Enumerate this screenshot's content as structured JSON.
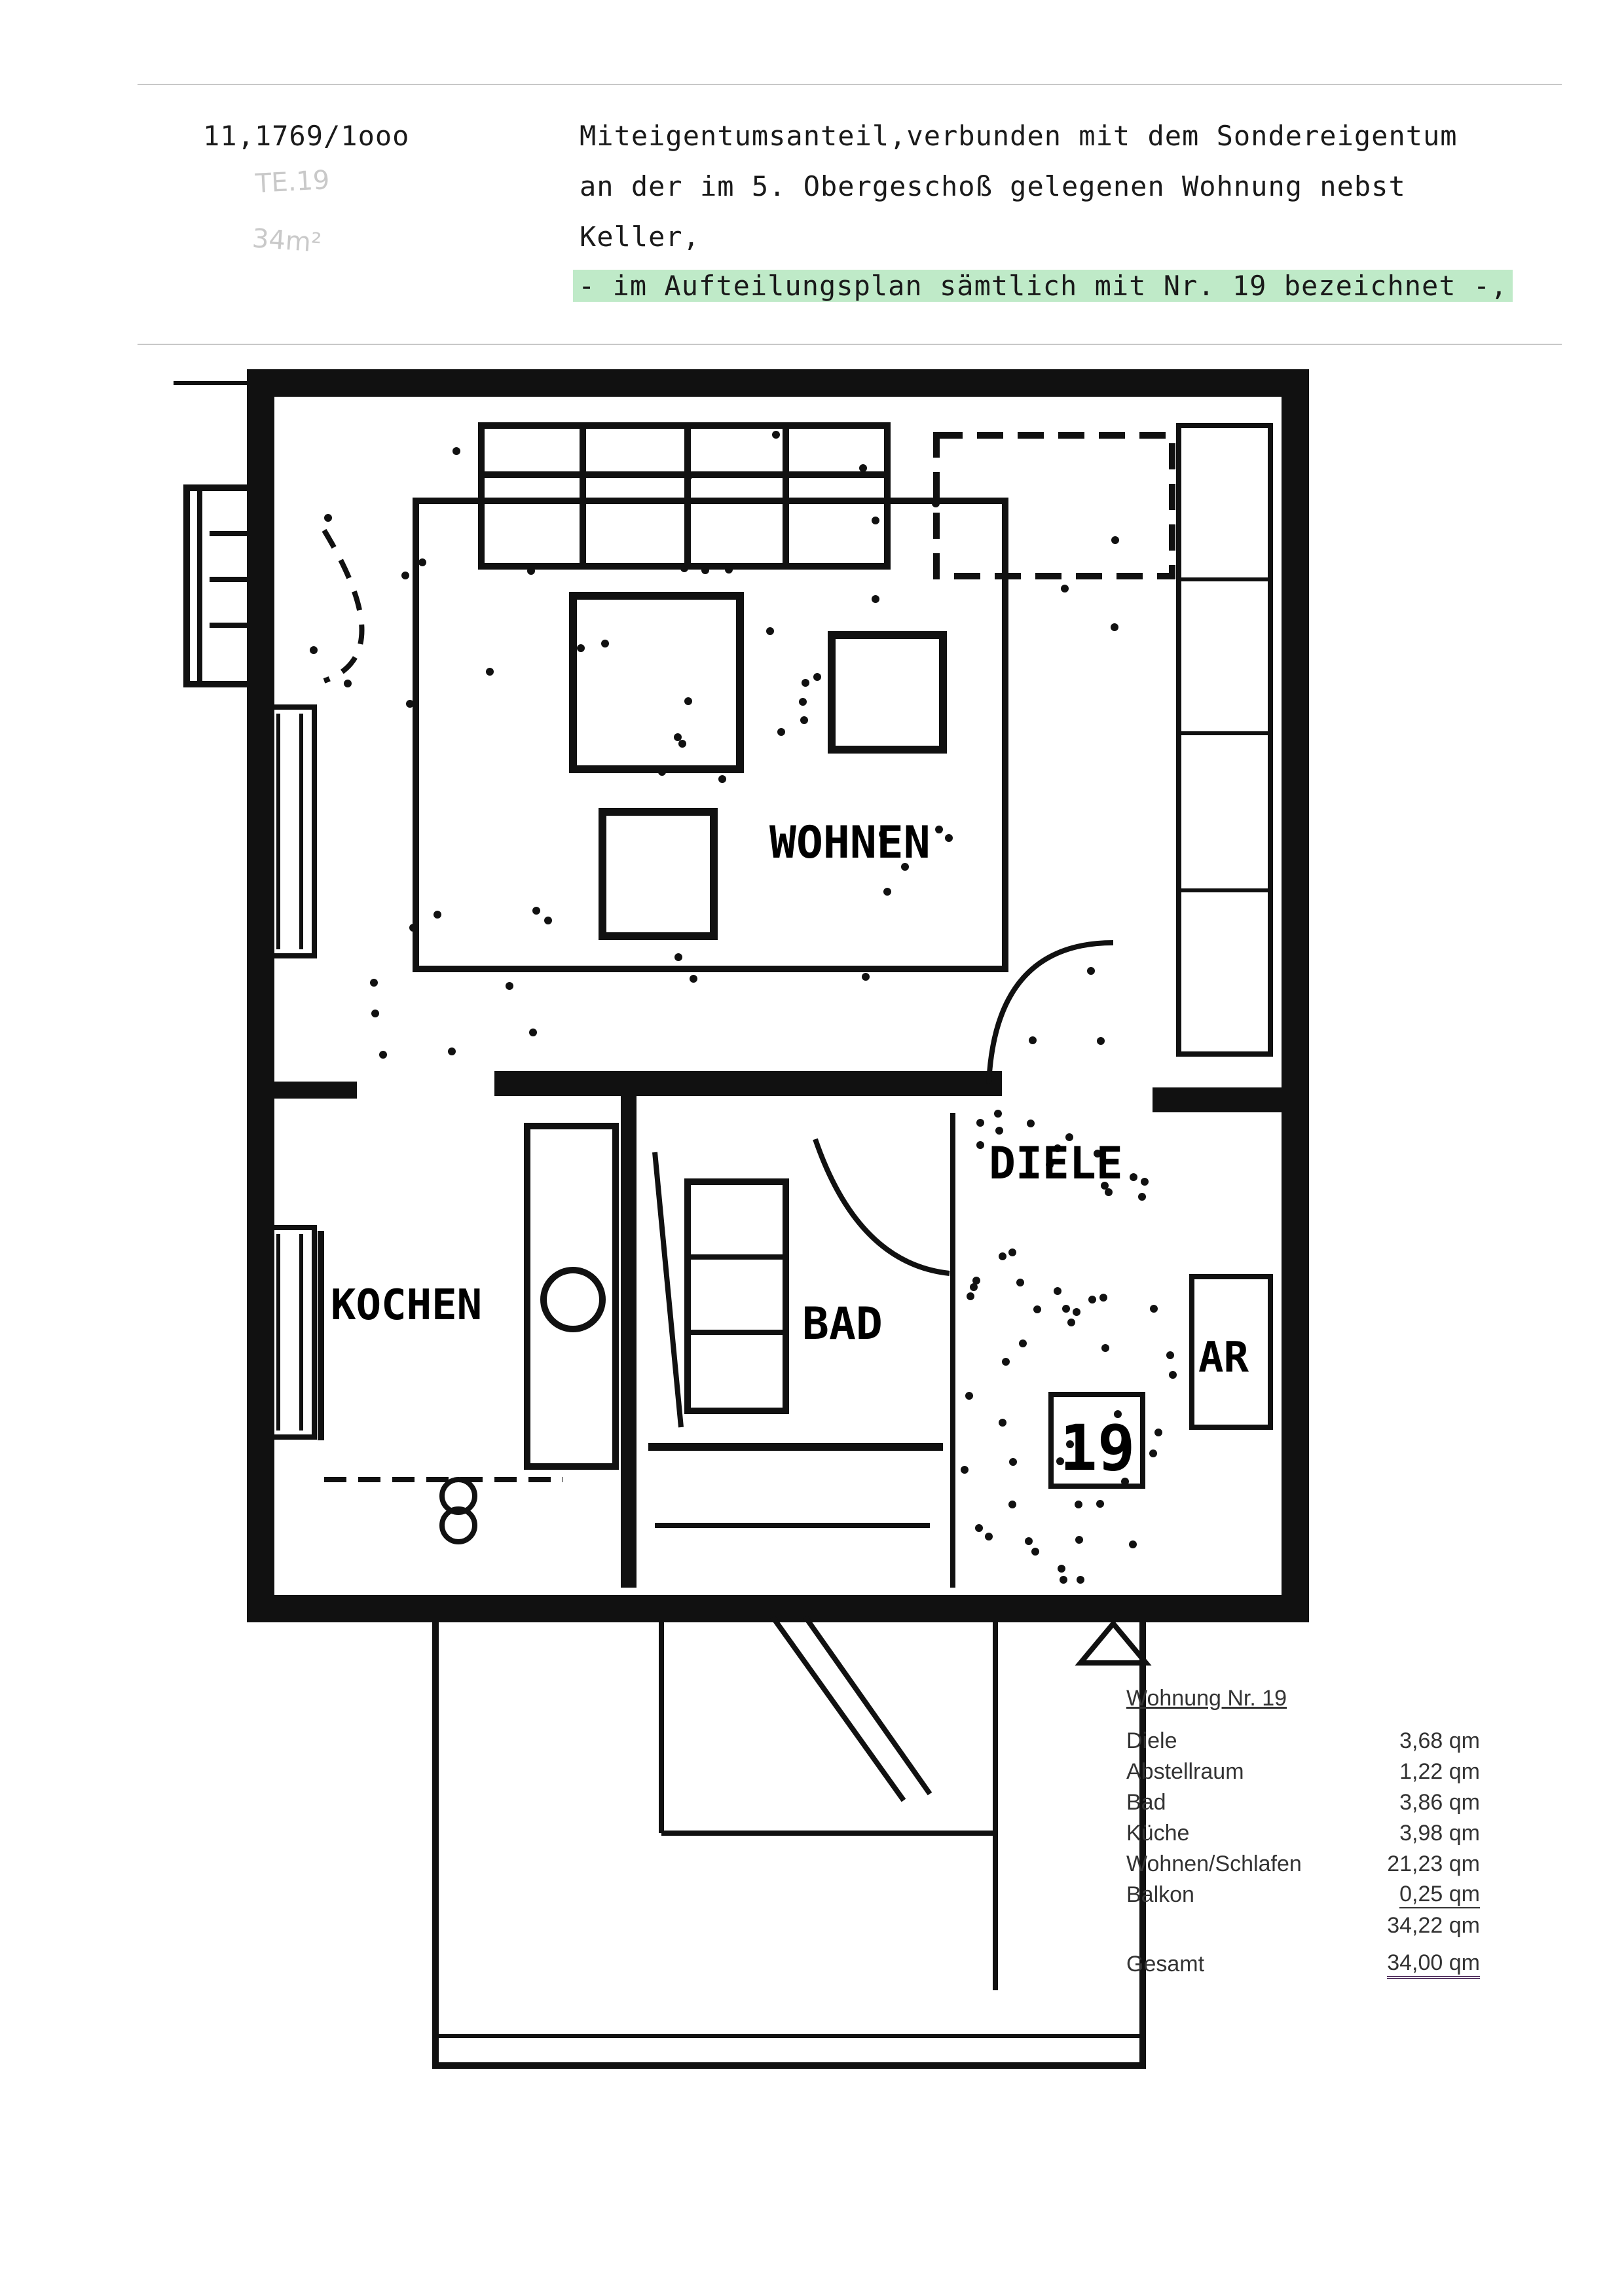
{
  "header": {
    "share": "11,1769/1ooo",
    "line1": "Miteigentumsanteil,verbunden mit dem Sondereigentum",
    "line2": "an der im 5. Obergeschoß gelegenen Wohnung nebst",
    "line3": "Keller,",
    "line4": "- im Aufteilungsplan sämtlich mit Nr. 19 bezeichnet -,",
    "handnote1": "TE.19",
    "handnote2": "34m²"
  },
  "plan": {
    "rooms": [
      "WOHNEN",
      "KOCHEN",
      "BAD",
      "DIELE",
      "AR"
    ],
    "unit_number": "19",
    "line_color": "#111111"
  },
  "area_table": {
    "title": "Wohnung Nr. 19",
    "rows": [
      {
        "label": "Diele",
        "value": "3,68 qm"
      },
      {
        "label": "Abstellraum",
        "value": "1,22 qm"
      },
      {
        "label": "Bad",
        "value": "3,86 qm"
      },
      {
        "label": "Küche",
        "value": "3,98 qm"
      },
      {
        "label": "Wohnen/Schlafen",
        "value": "21,23 qm"
      },
      {
        "label": "Balkon",
        "value": "0,25 qm"
      }
    ],
    "subtotal": "34,22 qm",
    "total_label": "Gesamt",
    "total": "34,00 qm"
  }
}
